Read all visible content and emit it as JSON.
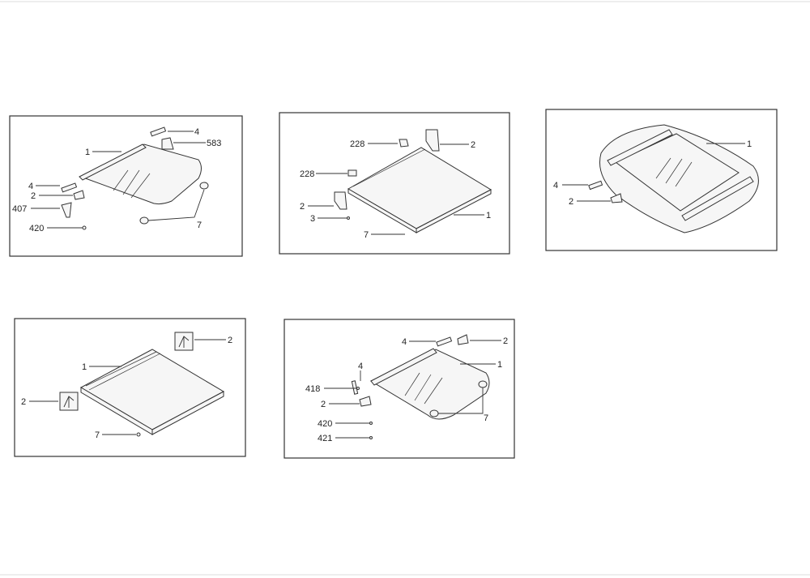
{
  "panels": [
    {
      "id": "panel-1",
      "callouts": {
        "a": "4",
        "b": "583",
        "c": "1",
        "d": "4",
        "e": "2",
        "f": "407",
        "g": "420",
        "h": "7"
      }
    },
    {
      "id": "panel-2",
      "callouts": {
        "a": "228",
        "b": "2",
        "c": "228",
        "d": "2",
        "e": "3",
        "f": "1",
        "g": "7"
      }
    },
    {
      "id": "panel-3",
      "callouts": {
        "a": "1",
        "b": "4",
        "c": "2"
      }
    },
    {
      "id": "panel-4",
      "callouts": {
        "a": "2",
        "b": "1",
        "c": "2",
        "d": "7"
      }
    },
    {
      "id": "panel-5",
      "callouts": {
        "a": "4",
        "b": "2",
        "c": "1",
        "d": "4",
        "e": "418",
        "f": "2",
        "g": "7",
        "h": "420",
        "i": "421"
      }
    }
  ]
}
